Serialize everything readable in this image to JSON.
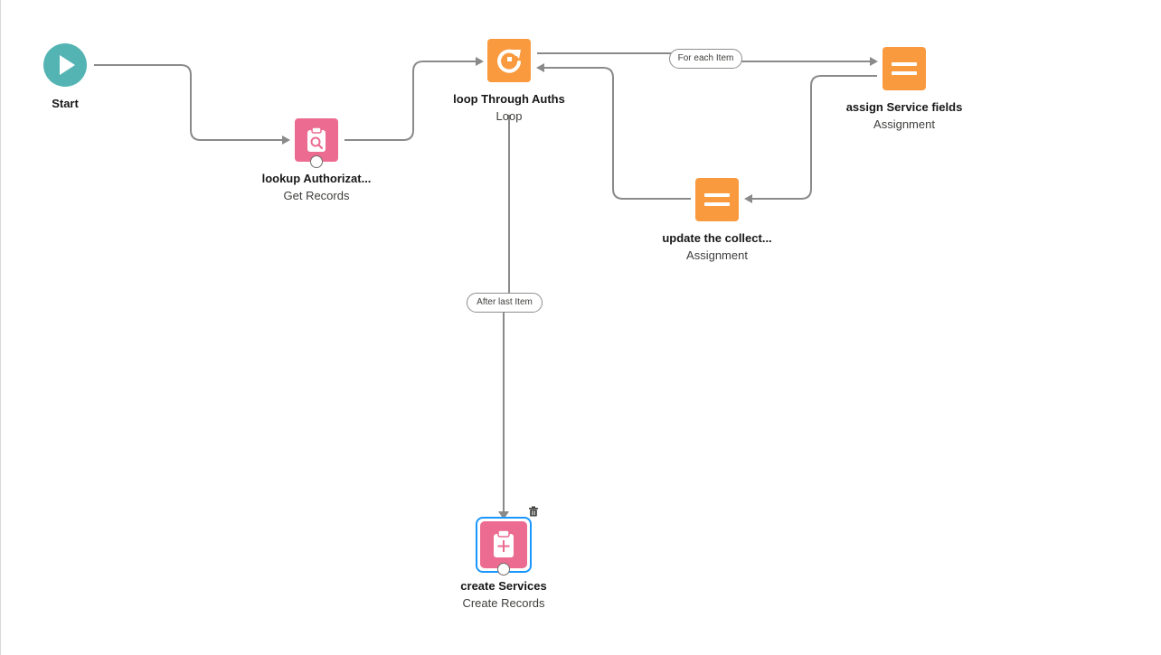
{
  "canvas": {
    "connector_color": "#8a8a8a",
    "nodes": {
      "start": {
        "title": "Start",
        "icon": "play-icon",
        "color": "#54b4b4"
      },
      "lookup": {
        "title": "lookup Authorizat...",
        "type": "Get Records",
        "icon": "search-icon",
        "color": "#ec6b91"
      },
      "loop": {
        "title": "loop Through Auths",
        "type": "Loop",
        "icon": "loop-icon",
        "color": "#fa9a3f"
      },
      "assign": {
        "title": "assign Service fields",
        "type": "Assignment",
        "icon": "equals-icon",
        "color": "#fa9a3f"
      },
      "update": {
        "title": "update the collect...",
        "type": "Assignment",
        "icon": "equals-icon",
        "color": "#fa9a3f"
      },
      "create": {
        "title": "create Services",
        "type": "Create Records",
        "icon": "plus-icon",
        "color": "#ec6b91",
        "selected": true
      }
    },
    "connector_labels": {
      "for_each": "For each Item",
      "after_last": "After last Item"
    },
    "delete_icon": "trash-icon"
  }
}
